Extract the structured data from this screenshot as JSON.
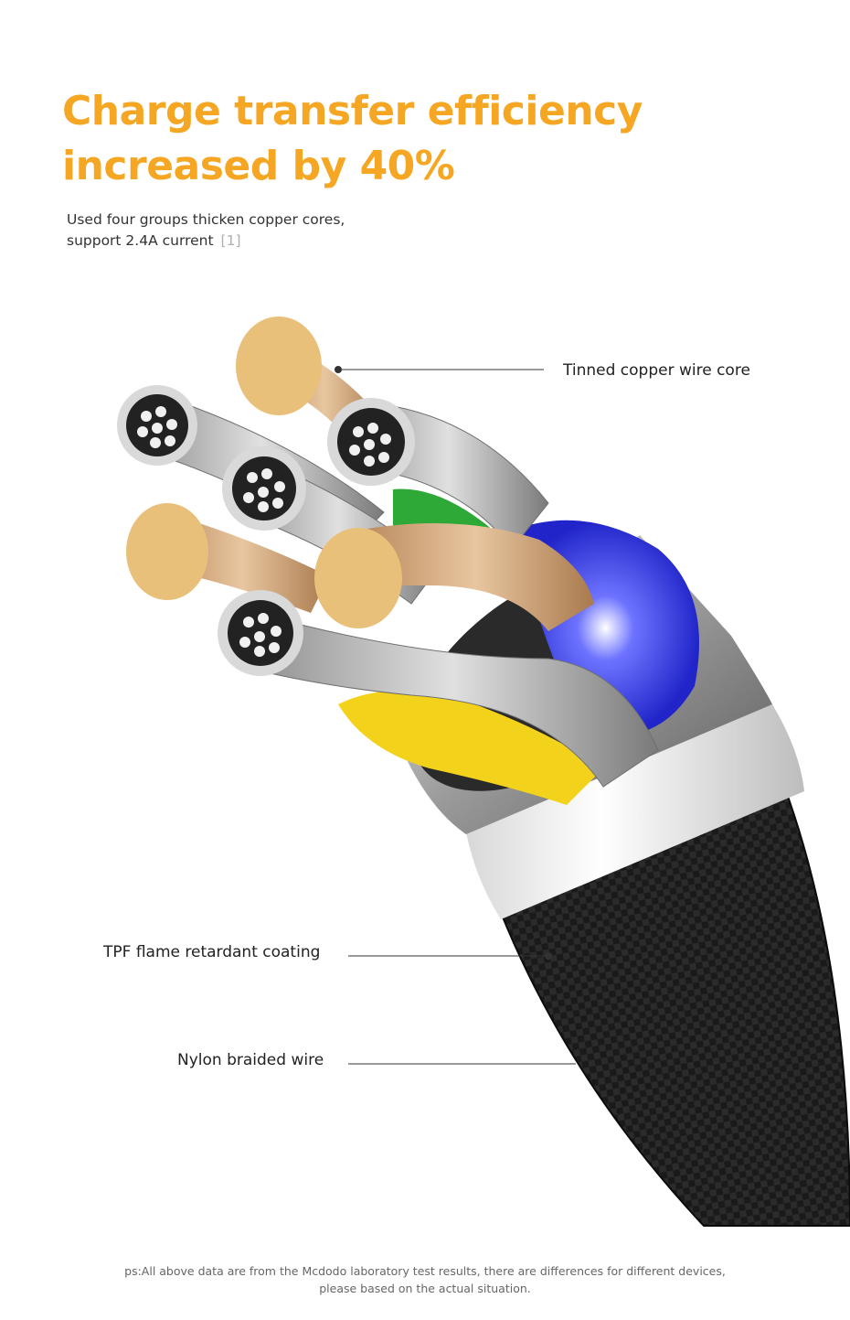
{
  "headline": {
    "line1": "Charge transfer efficiency",
    "line2": "increased by 40%"
  },
  "subtext": {
    "line1": "Used four groups thicken copper cores,",
    "line2": "support 2.4A current",
    "ref": "[1]"
  },
  "callouts": {
    "copper_core": "Tinned copper wire core",
    "tpf_coating": "TPF flame retardant coating",
    "nylon_braid": "Nylon braided wire"
  },
  "footnote": {
    "line1": "ps:All above data are from the Mcdodo laboratory test results, there are differences for different devices,",
    "line2": "please based on the actual situation."
  },
  "colors": {
    "accent": "#f5a623",
    "copper": "#e8c07a",
    "insulation_blue": "#2d2fd6",
    "insulation_yellow": "#f2d21a",
    "insulation_green": "#2ea836",
    "braid": "#1b1b1b"
  }
}
